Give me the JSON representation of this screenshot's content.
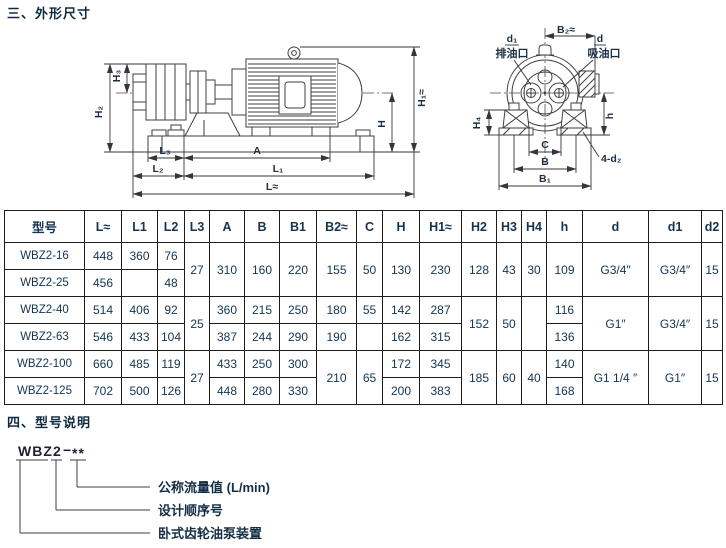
{
  "sections": {
    "dimensions_title": "三、外形尺寸",
    "model_title": "四、型号说明"
  },
  "side_view": {
    "dims": {
      "H3": "H₃",
      "H2": "H₂",
      "H": "H",
      "H1": "H₁≈",
      "L3": "L₃",
      "A": "A",
      "L2": "L₂",
      "L1": "L₁",
      "L": "L≈"
    }
  },
  "end_view": {
    "dims": {
      "B2": "B₂≈",
      "d1": "d₁",
      "outlet_port": "排油口",
      "d": "d",
      "inlet_port": "吸油口",
      "H4": "H₄",
      "h": "h",
      "C": "C",
      "B": "B",
      "B1": "B₁",
      "holes": "4-d₂"
    }
  },
  "table": {
    "headers": [
      "型号",
      "L≈",
      "L1",
      "L2",
      "L3",
      "A",
      "B",
      "B1",
      "B2≈",
      "C",
      "H",
      "H1≈",
      "H2",
      "H3",
      "H4",
      "h",
      "d",
      "d1",
      "d2"
    ],
    "rows": [
      {
        "model": "WBZ2-16",
        "L": "448",
        "L1": "360",
        "L2": "76"
      },
      {
        "model": "WBZ2-25",
        "L": "456",
        "L1": "",
        "L2": "48"
      },
      {
        "model": "WBZ2-40",
        "L": "514",
        "L1": "406",
        "L2": "92",
        "A": "360",
        "B": "215",
        "B1": "250",
        "B2": "180",
        "C": "55",
        "H": "142",
        "H1": "287",
        "h": "116"
      },
      {
        "model": "WBZ2-63",
        "L": "546",
        "L1": "433",
        "L2": "104",
        "A": "387",
        "B": "244",
        "B1": "290",
        "B2": "190",
        "C": "",
        "H": "162",
        "H1": "315",
        "h": "136"
      },
      {
        "model": "WBZ2-100",
        "L": "660",
        "L1": "485",
        "L2": "119",
        "A": "433",
        "B": "250",
        "B1": "300",
        "H": "172",
        "H1": "345",
        "h": "140"
      },
      {
        "model": "WBZ2-125",
        "L": "702",
        "L1": "500",
        "L2": "126",
        "A": "448",
        "B": "280",
        "B1": "330",
        "H": "200",
        "H1": "383",
        "h": "168"
      }
    ],
    "groups": [
      {
        "L3": "27",
        "A": "310",
        "B": "160",
        "B1": "220",
        "B2": "155",
        "C": "50",
        "H": "130",
        "H1": "230",
        "H2": "128",
        "H3": "43",
        "H4": "30",
        "h": "109",
        "d": "G3/4″",
        "d1": "G3/4″",
        "d2": "15"
      },
      {
        "L3": "25",
        "H2": "152",
        "H3": "50",
        "H4": "",
        "d": "G1″",
        "d1": "G3/4″",
        "d2": "15"
      },
      {
        "L3": "27",
        "B2": "210",
        "C": "65",
        "H2": "185",
        "H3": "60",
        "H4": "40",
        "d": "G1 1/4 ″",
        "d1": "G1″",
        "d2": "15"
      }
    ]
  },
  "model_legend": {
    "code_prefix": "WBZ",
    "code_series": "2",
    "code_dash": "−",
    "code_stars": "**",
    "labels": [
      "公称流量值 (L/min)",
      "设计顺序号",
      "卧式齿轮油泵装置"
    ]
  }
}
